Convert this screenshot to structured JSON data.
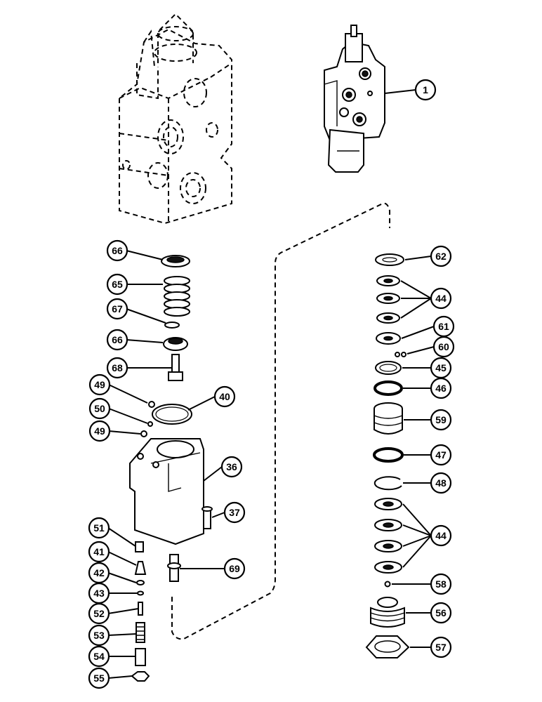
{
  "diagram": {
    "callouts": [
      {
        "id": "c1",
        "label": "1"
      },
      {
        "id": "c66a",
        "label": "66"
      },
      {
        "id": "c65",
        "label": "65"
      },
      {
        "id": "c67",
        "label": "67"
      },
      {
        "id": "c66b",
        "label": "66"
      },
      {
        "id": "c68",
        "label": "68"
      },
      {
        "id": "c49a",
        "label": "49"
      },
      {
        "id": "c50",
        "label": "50"
      },
      {
        "id": "c49b",
        "label": "49"
      },
      {
        "id": "c40",
        "label": "40"
      },
      {
        "id": "c36",
        "label": "36"
      },
      {
        "id": "c37",
        "label": "37"
      },
      {
        "id": "c51",
        "label": "51"
      },
      {
        "id": "c41",
        "label": "41"
      },
      {
        "id": "c42",
        "label": "42"
      },
      {
        "id": "c43",
        "label": "43"
      },
      {
        "id": "c52",
        "label": "52"
      },
      {
        "id": "c53",
        "label": "53"
      },
      {
        "id": "c54",
        "label": "54"
      },
      {
        "id": "c55",
        "label": "55"
      },
      {
        "id": "c69",
        "label": "69"
      },
      {
        "id": "c62",
        "label": "62"
      },
      {
        "id": "c44a",
        "label": "44"
      },
      {
        "id": "c61",
        "label": "61"
      },
      {
        "id": "c60",
        "label": "60"
      },
      {
        "id": "c45",
        "label": "45"
      },
      {
        "id": "c46",
        "label": "46"
      },
      {
        "id": "c59",
        "label": "59"
      },
      {
        "id": "c47",
        "label": "47"
      },
      {
        "id": "c48",
        "label": "48"
      },
      {
        "id": "c44b",
        "label": "44"
      },
      {
        "id": "c58",
        "label": "58"
      },
      {
        "id": "c56",
        "label": "56"
      },
      {
        "id": "c57",
        "label": "57"
      }
    ]
  }
}
